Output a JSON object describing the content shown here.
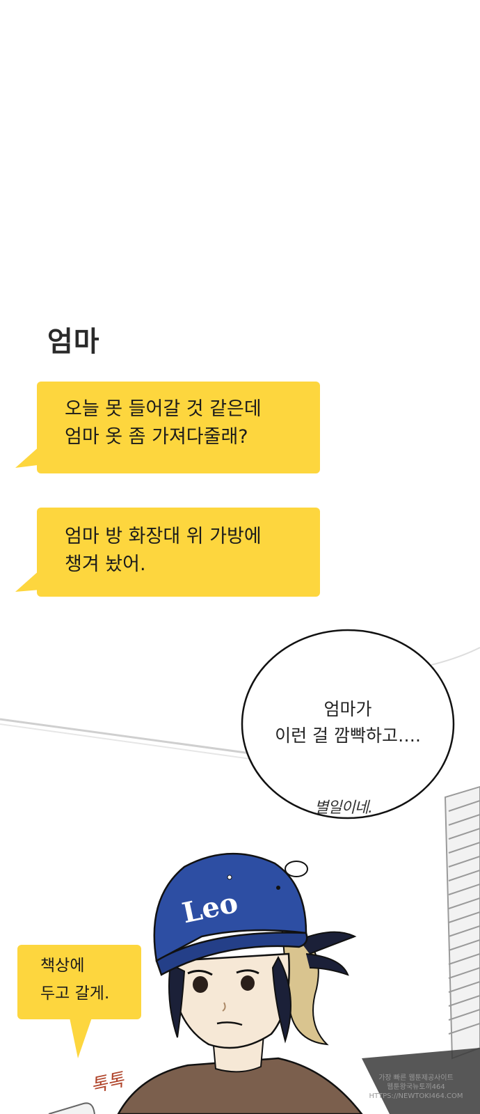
{
  "chat": {
    "sender_name": "엄마",
    "messages": [
      {
        "lines": [
          "오늘 못 들어갈 것 같은데",
          "엄마 옷 좀 가져다줄래?"
        ]
      },
      {
        "lines": [
          "엄마 방 화장대 위 가방에",
          "챙겨 놨어."
        ]
      },
      {
        "lines": [
          "책상에",
          "두고 갈게."
        ]
      }
    ],
    "bubble_color": "#fdd63e"
  },
  "thought": {
    "lines": [
      "엄마가",
      "이런 걸 깜빡하고…."
    ],
    "aside": "별일이네."
  },
  "cap_logo": "Leo",
  "sfx": "톡톡",
  "watermark": [
    "가장 빠른 웹툰제공사이트",
    "웹툰왕국뉴토끼464",
    "HTTPS://NEWTOKI464.COM"
  ]
}
